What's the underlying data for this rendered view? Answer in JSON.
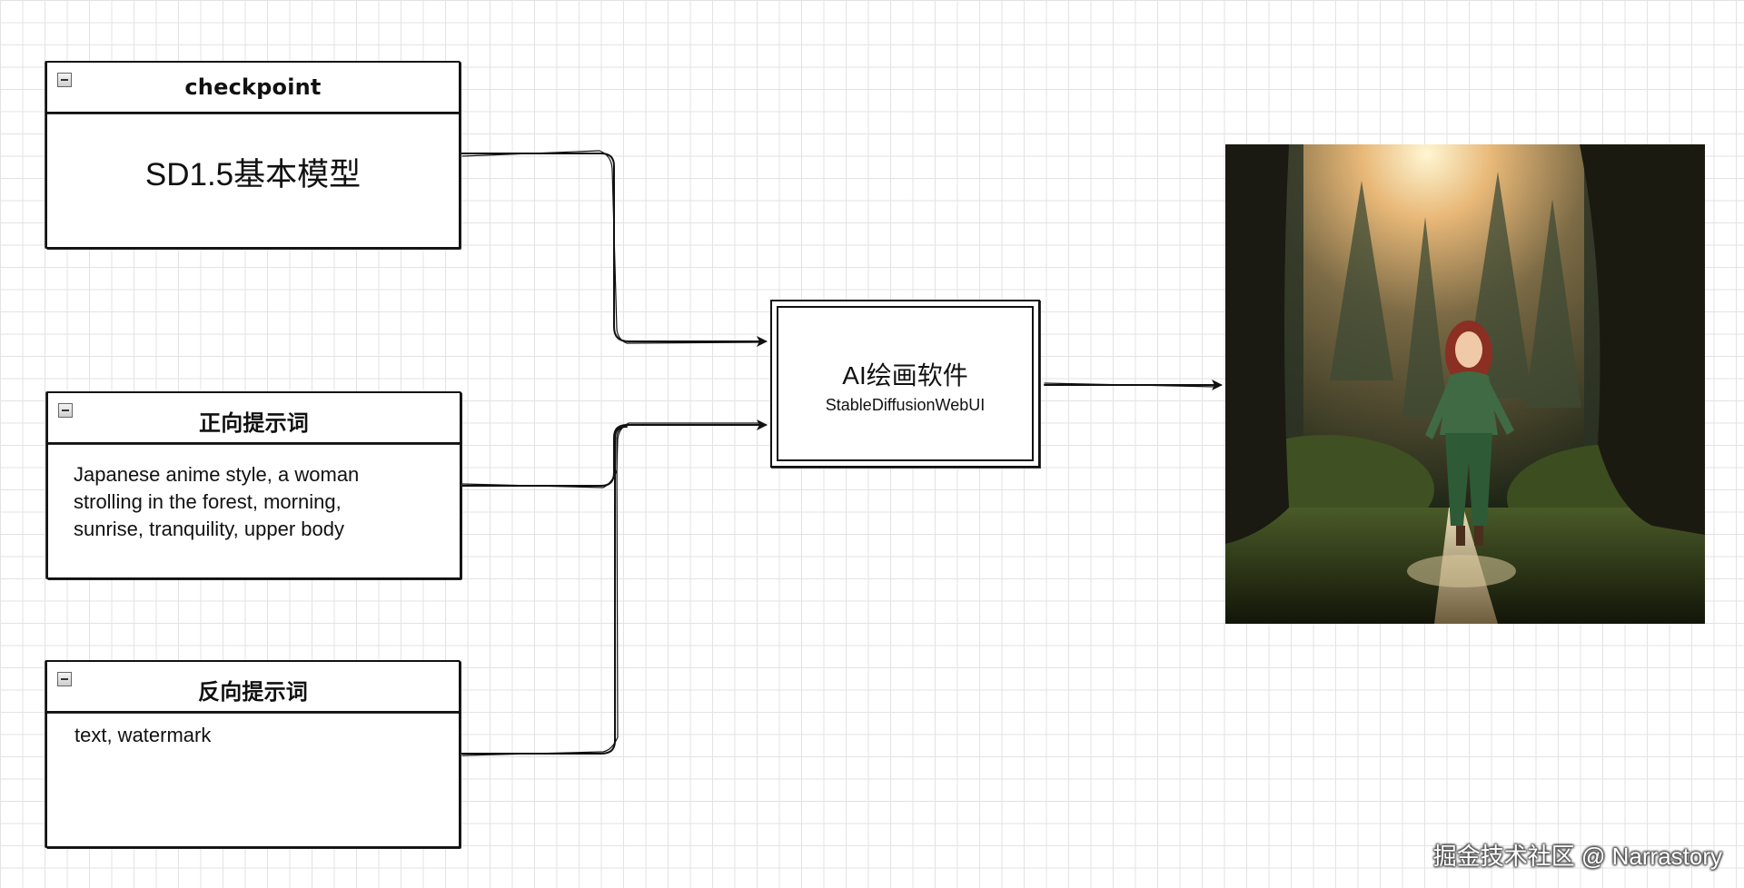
{
  "diagram": {
    "inputs": [
      {
        "id": "checkpoint",
        "title": "checkpoint",
        "content": "SD1.5基本模型"
      },
      {
        "id": "positive",
        "title": "正向提示词",
        "content": "Japanese anime style, a woman\nstrolling in the forest, morning,\nsunrise, tranquility, upper body"
      },
      {
        "id": "negative",
        "title": "反向提示词",
        "content": "text, watermark"
      }
    ],
    "process": {
      "title": "AI绘画软件",
      "subtitle": "StableDiffusionWebUI"
    },
    "output": {
      "icon": "generated-image-forest-woman"
    },
    "edges": [
      {
        "from": "checkpoint",
        "to": "process"
      },
      {
        "from": "positive",
        "to": "process"
      },
      {
        "from": "negative",
        "to": "process"
      },
      {
        "from": "process",
        "to": "output"
      }
    ]
  },
  "watermark": "掘金技术社区 @ Narrastory",
  "colors": {
    "stroke": "#111111",
    "grid": "#e3e3e3",
    "background": "#ffffff"
  }
}
